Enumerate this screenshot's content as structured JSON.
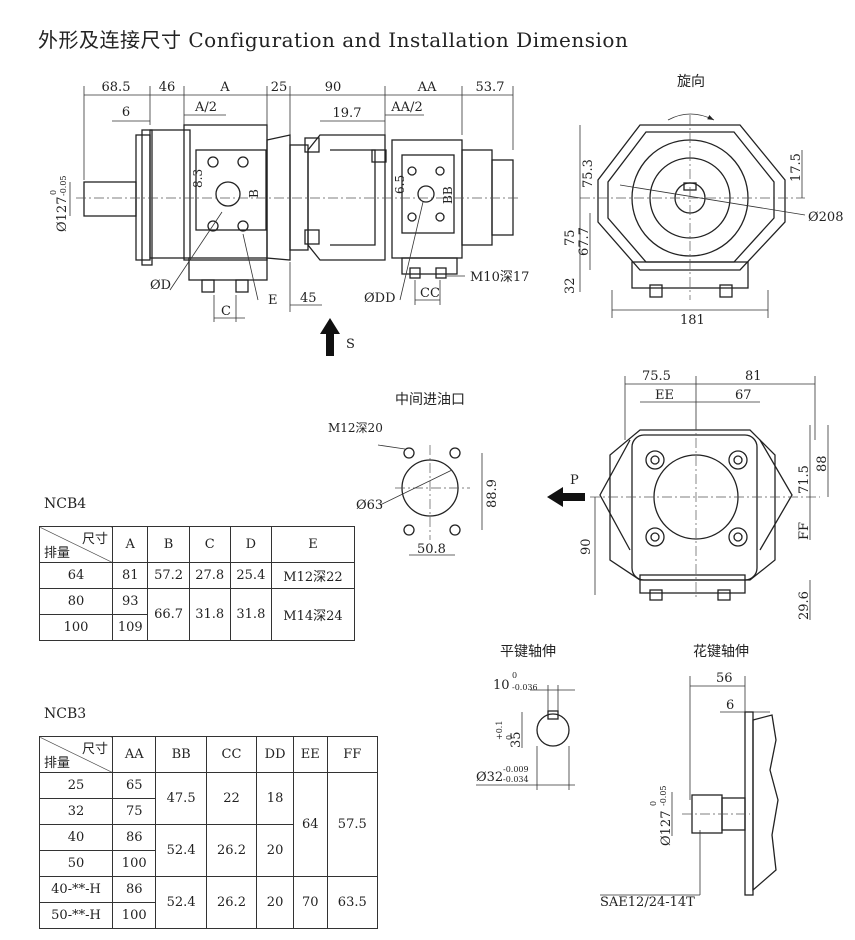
{
  "title": "外形及连接尺寸 Configuration and Installation Dimension",
  "main_view": {
    "dims": {
      "d1": "68.5",
      "d2": "46",
      "d3": "A",
      "d4": "25",
      "d5": "90",
      "d6": "AA",
      "d7": "53.7",
      "d8": "6",
      "d9": "A/2",
      "d10": "19.7",
      "d11": "AA/2",
      "shaft_dia": "Ø127",
      "v83": "8.3",
      "vB": "B",
      "v65": "6.5",
      "vBB": "BB",
      "od": "ØD",
      "odd": "ØDD",
      "c": "C",
      "e": "E",
      "cc": "CC",
      "d45": "45",
      "m10": "M10深17"
    },
    "tol_upper": "0",
    "tol_lower": "-0.05",
    "s_label": "S"
  },
  "side_view": {
    "rotation": "旋向",
    "dims": {
      "v753": "75.3",
      "v175": "17.5",
      "od208": "Ø208",
      "v75": "75",
      "v677": "67.7",
      "v32": "32",
      "h181": "181"
    }
  },
  "port": {
    "title": "中间进油口",
    "dims": {
      "m12": "M12深20",
      "o63": "Ø63",
      "v889": "88.9",
      "h508": "50.8"
    }
  },
  "rear_view": {
    "p_label": "P",
    "dims": {
      "h755": "75.5",
      "h81": "81",
      "hEE": "EE",
      "h67": "67",
      "v715": "71.5",
      "v88": "88",
      "vFF": "FF",
      "v90": "90",
      "v296": "29.6"
    }
  },
  "flat_key": {
    "title": "平键轴伸",
    "key_w": "10",
    "key_w_tol_u": "0",
    "key_w_tol_l": "-0.036",
    "h35": "35",
    "h35_tol_u": "+0.1",
    "h35_tol_l": "0",
    "d32": "Ø32",
    "d32_tol_u": "-0.009",
    "d32_tol_l": "-0.034"
  },
  "spline": {
    "title": "花键轴伸",
    "h56": "56",
    "h6": "6",
    "d127": "Ø127",
    "tol_u": "0",
    "tol_l": "-0.05",
    "sae": "SAE12/24-14T"
  },
  "ncb4": {
    "label": "NCB4",
    "corner_top": "尺寸",
    "corner_bottom": "排量",
    "headers": [
      "A",
      "B",
      "C",
      "D",
      "E"
    ],
    "rows": [
      [
        "64",
        "81",
        "57.2",
        "27.8",
        "25.4",
        "M12深22"
      ],
      [
        "80",
        "93",
        "66.7",
        "31.8",
        "31.8",
        "M14深24"
      ],
      [
        "100",
        "109"
      ]
    ]
  },
  "ncb3": {
    "label": "NCB3",
    "corner_top": "尺寸",
    "corner_bottom": "排量",
    "headers": [
      "AA",
      "BB",
      "CC",
      "DD",
      "EE",
      "FF"
    ],
    "rows": [
      [
        "25",
        "65",
        "47.5",
        "22",
        "18",
        "64",
        "57.5"
      ],
      [
        "32",
        "75"
      ],
      [
        "40",
        "86",
        "52.4",
        "26.2",
        "20"
      ],
      [
        "50",
        "100"
      ],
      [
        "40-**-H",
        "86",
        "52.4",
        "26.2",
        "20",
        "70",
        "63.5"
      ],
      [
        "50-**-H",
        "100"
      ]
    ]
  }
}
